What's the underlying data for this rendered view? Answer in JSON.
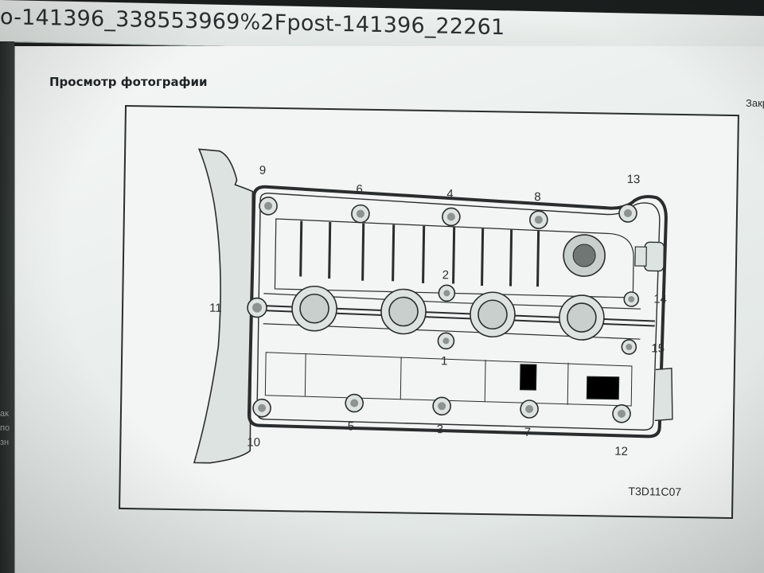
{
  "browser": {
    "url_text": "o-141396_338553969%2Fpost-141396_22261"
  },
  "left_strip": {
    "fragments": [
      "ак",
      "по",
      "зн"
    ]
  },
  "viewer": {
    "title": "Просмотр фотографии",
    "close_label": "Закрыть"
  },
  "diagram": {
    "code": "T3D11C07",
    "bolt_labels": [
      "1",
      "2",
      "3",
      "4",
      "5",
      "6",
      "7",
      "8",
      "9",
      "10",
      "11",
      "12",
      "13",
      "14",
      "15"
    ]
  },
  "colors": {
    "line": "#2a2d2e",
    "paper": "#f2f5f3",
    "fill_dark": "#6f7674",
    "fill_light": "#c9cfcd"
  }
}
